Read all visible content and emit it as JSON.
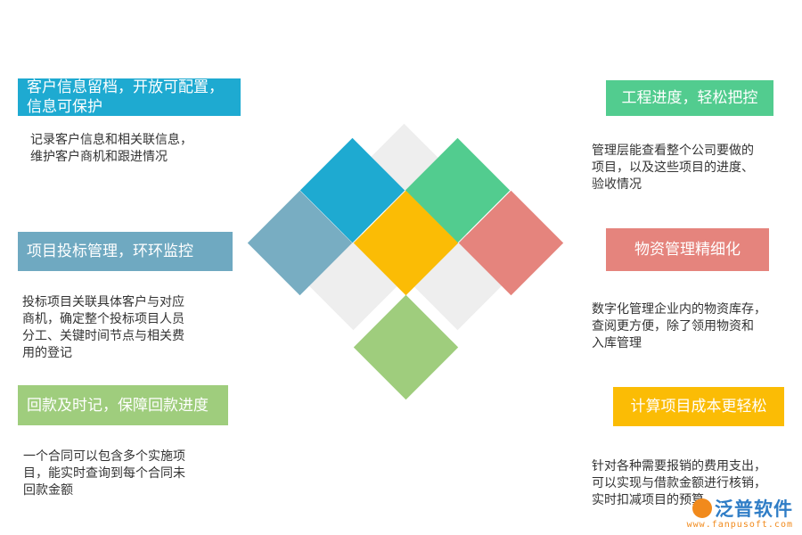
{
  "left": [
    {
      "title": "客户信息留档，开放可配置，信息可保护",
      "desc": "记录客户信息和相关联信息，\n维护客户商机和跟进情况",
      "color": "#1eaad1"
    },
    {
      "title": "项目投标管理，环环监控",
      "desc": "投标项目关联具体客户与对应\n商机，确定整个投标项目人员\n分工、关键时间节点与相关费\n用的登记",
      "color": "#6fa9c1"
    },
    {
      "title": "回款及时记，保障回款进度",
      "desc": "一个合同可以包含多个实施项\n目，能实时查询到每个合同未\n回款金额",
      "color": "#9fcd7d"
    }
  ],
  "right": [
    {
      "title": "工程进度，轻松把控",
      "desc": "管理层能查看整个公司要做的\n项目，以及这些项目的进度、\n验收情况",
      "color": "#52cc8f"
    },
    {
      "title": "物资管理精细化",
      "desc": "数字化管理企业内的物资库存，\n查阅更方便，除了领用物资和\n入库管理",
      "color": "#e5847d"
    },
    {
      "title": "计算项目成本更轻松",
      "desc": "针对各种需要报销的费用支出，\n可以实现与借款金额进行核销，\n实时扣减项目的预算",
      "color": "#fbbc05"
    }
  ],
  "diamonds": {
    "blue": "#1eaad1",
    "green": "#52cc8f",
    "slate": "#78adc2",
    "yellow": "#fbbc05",
    "red": "#e5847d",
    "lightgreen": "#9fcd7d",
    "gray": "#eeeeee"
  },
  "watermark": {
    "name": "泛普软件",
    "url": "www.fanpusoft.com"
  }
}
